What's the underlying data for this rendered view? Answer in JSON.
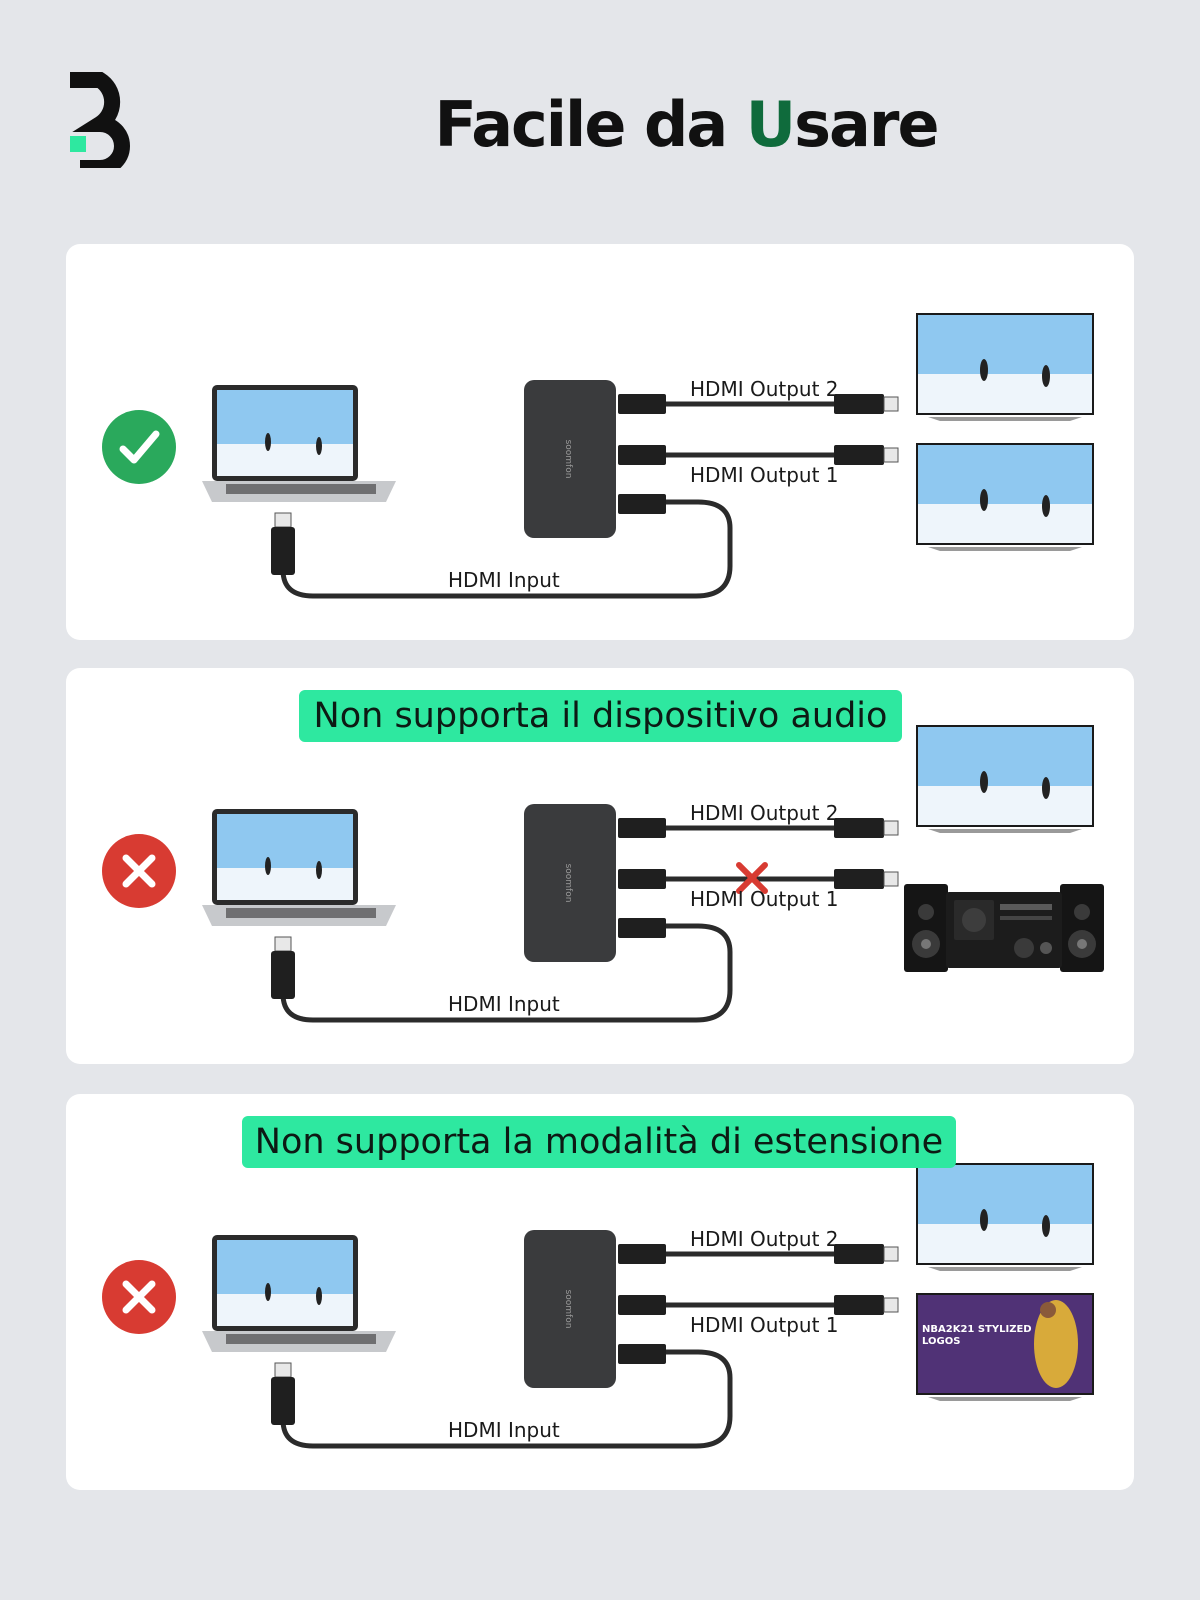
{
  "title": {
    "part1": "Facile da ",
    "accent": "U",
    "part2": "sare"
  },
  "colors": {
    "accent_green": "#2ee8a0",
    "ok_green": "#2aa95c",
    "error_red": "#d83b32",
    "title_accent": "#0f6b3c"
  },
  "panels": [
    {
      "status": "supported",
      "status_icon": "checkmark-icon",
      "banner": "",
      "output2_label": "HDMI Output 2",
      "output1_label": "HDMI Output 1",
      "input_label": "HDMI Input",
      "output2_device": "tv",
      "output1_device": "tv"
    },
    {
      "status": "not-supported",
      "status_icon": "x-icon",
      "banner": "Non supporta il dispositivo audio",
      "output2_label": "HDMI Output 2",
      "output1_label": "HDMI Output 1",
      "input_label": "HDMI Input",
      "output2_device": "tv",
      "output1_device": "speaker-system"
    },
    {
      "status": "not-supported",
      "status_icon": "x-icon",
      "banner": "Non supporta la modalità di estensione",
      "output2_label": "HDMI Output 2",
      "output1_label": "HDMI Output 1",
      "input_label": "HDMI Input",
      "output2_device": "tv",
      "output1_device": "tv-game",
      "game_screen_text": "NBA2K21 STYLIZED LOGOS"
    }
  ]
}
